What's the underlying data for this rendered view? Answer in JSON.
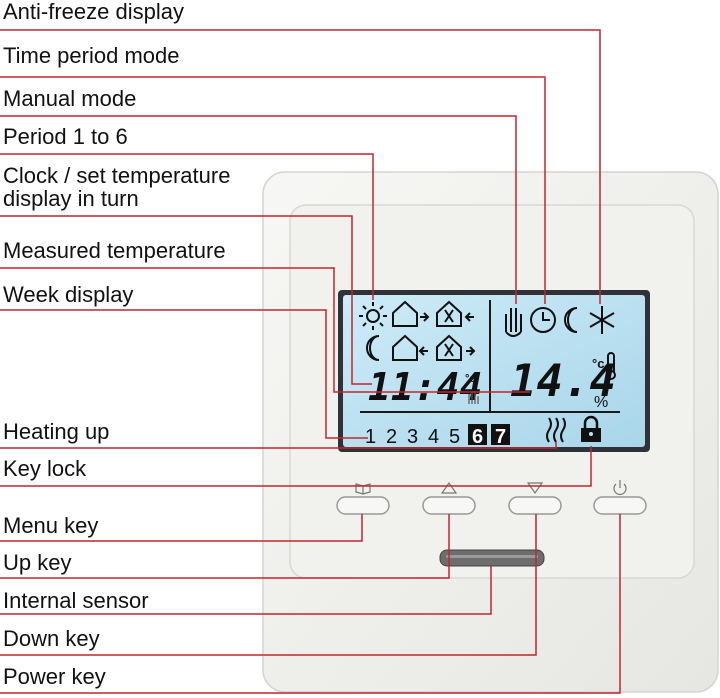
{
  "labels": {
    "anti_freeze": "Anti-freeze display",
    "time_period_mode": "Time period mode",
    "manual_mode": "Manual mode",
    "period": "Period 1 to 6",
    "clock_line1": "Clock / set temperature",
    "clock_line2": "display in turn",
    "measured_temp": "Measured temperature",
    "week_display": "Week display",
    "heating_up": "Heating up",
    "key_lock": "Key lock",
    "menu_key": "Menu key",
    "up_key": "Up key",
    "internal_sensor": "Internal sensor",
    "down_key": "Down key",
    "power_key": "Power key"
  },
  "lcd": {
    "clock": "11:44",
    "clock_unit": "°c",
    "temperature": "14.4",
    "temp_unit": "°c",
    "humidity_unit": "%",
    "week_days": [
      "1",
      "2",
      "3",
      "4",
      "5"
    ],
    "week_days_highlighted": [
      "6",
      "7"
    ]
  },
  "colors": {
    "leader_line": "#c0272d",
    "lcd_background": "#bfe3f2",
    "housing": "#f2f2f0"
  }
}
